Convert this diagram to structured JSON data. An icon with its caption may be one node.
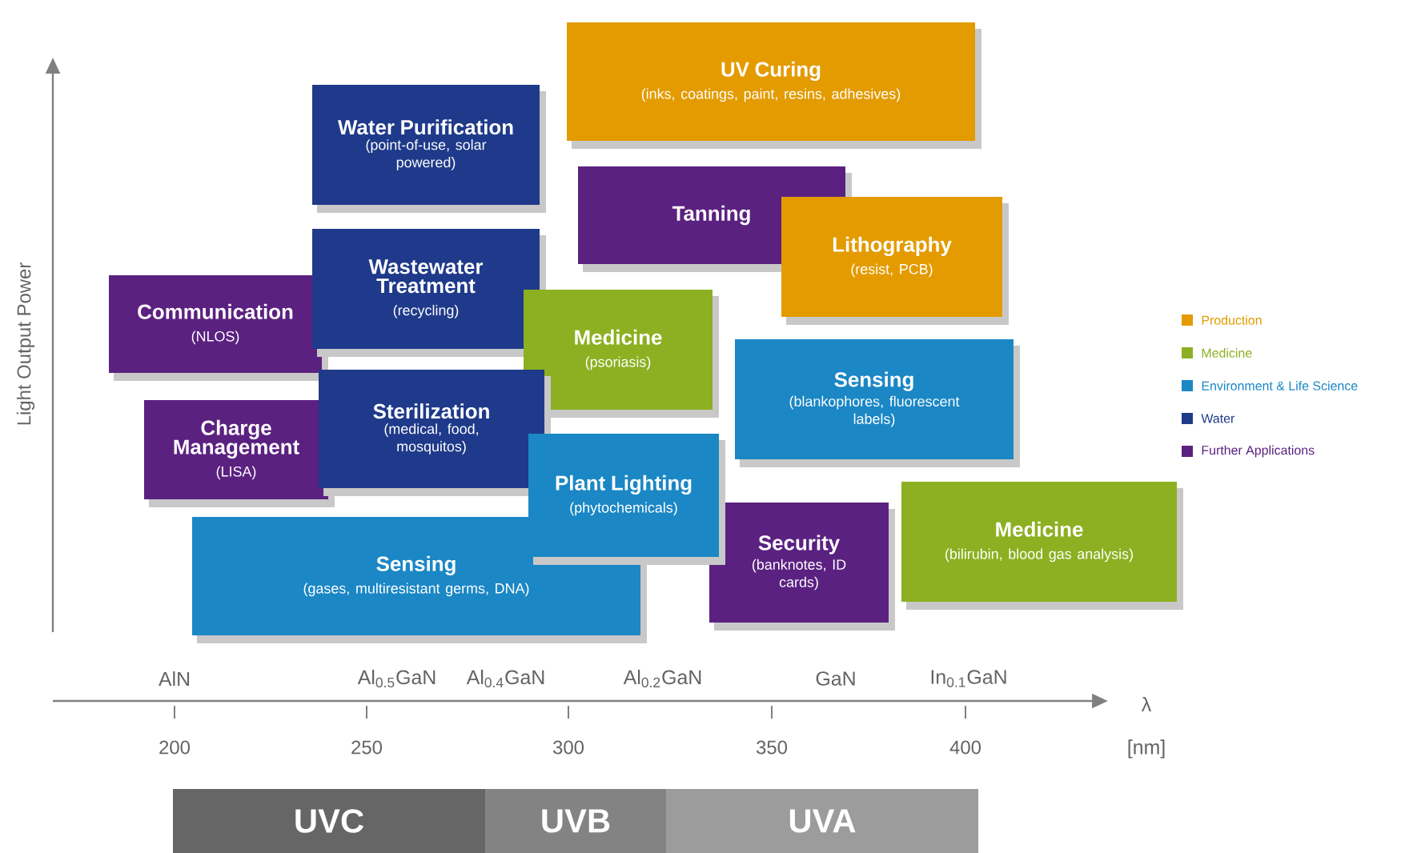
{
  "diagram": {
    "nodes": [
      {
        "text": [
          "UV Curing",
          "(inks, coatings, paint, resins, adhesives)"
        ]
      },
      {
        "text": [
          "Water Purification",
          "(point-of-use, solar powered)"
        ]
      },
      {
        "text": [
          "Tanning"
        ]
      },
      {
        "text": [
          "Lithography",
          "(resist, PCB)"
        ]
      },
      {
        "text": [
          "Communication",
          "(NLOS)"
        ]
      },
      {
        "text": [
          "Wastewater Treatment",
          "(recycling)"
        ]
      },
      {
        "text": [
          "Medicine",
          "(psoriasis)"
        ]
      },
      {
        "text": [
          "Sensing",
          "(blankophores, fluorescent labels)"
        ]
      },
      {
        "text": [
          "Charge Management",
          "(LISA)"
        ]
      },
      {
        "text": [
          "Sterilization",
          "(medical, food, mosquitos)"
        ]
      },
      {
        "text": [
          "Sensing",
          "(gases, multiresistant germs, DNA)"
        ]
      },
      {
        "text": [
          "Security",
          "(banknotes, ID cards)"
        ]
      },
      {
        "text": [
          "Plant Lighting",
          "(phytochemicals)"
        ]
      },
      {
        "text": [
          "Medicine",
          "(bilirubin, blood gas analysis)"
        ]
      },
      {
        "text": [
          "UVC"
        ]
      },
      {
        "text": [
          "UVB"
        ]
      },
      {
        "text": [
          "UVA"
        ]
      }
    ],
    "labels": [
      "Light Output Power",
      "AlN",
      "Al$_{0.5}$GaN",
      "Al$_{0.4}$GaN",
      "Al$_{0.2}$GaN",
      "GaN",
      "In$_{0.1}$GaN",
      "λ",
      "200",
      "250",
      "300",
      "350",
      "400",
      "[nm]"
    ],
    "legend": [
      {
        "text": "Production",
        "color": "#e39b00"
      },
      {
        "text": "Medicine",
        "color": "#8cb021"
      },
      {
        "text": "Environment & Life Science",
        "color": "#1b87c5"
      },
      {
        "text": "Water",
        "color": "#1f3a8a"
      },
      {
        "text": "Further Applications",
        "color": "#5b2180"
      }
    ]
  }
}
